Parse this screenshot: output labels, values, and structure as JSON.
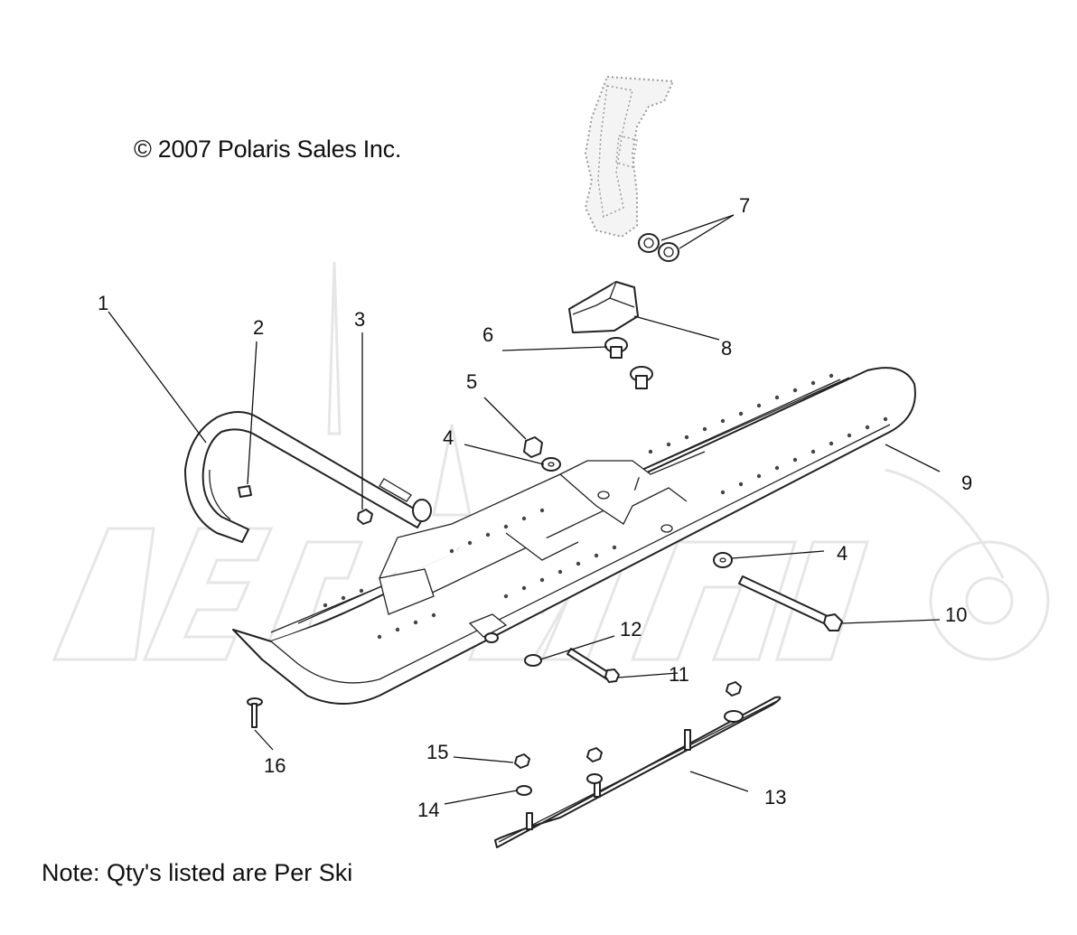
{
  "header": {
    "copyright": "© 2007 Polaris Sales Inc."
  },
  "footer": {
    "note": "Note: Qty's listed are Per Ski"
  },
  "callouts": [
    "1",
    "2",
    "3",
    "4",
    "4",
    "5",
    "6",
    "7",
    "8",
    "9",
    "10",
    "11",
    "12",
    "13",
    "14",
    "15",
    "16"
  ],
  "parts": {
    "ski_loop": "ski-loop-handle",
    "ski_body": "ski-body",
    "ski_wear_bar": "carbide-wear-bar",
    "spindle_bracket": "spindle-ghost",
    "bushings": "bushing-pair",
    "stopper": "ski-stopper-block",
    "bolt_long": "long-pivot-bolt",
    "bolt_short": "short-bolt",
    "rivet": "rivet"
  },
  "colors": {
    "line": "#222222",
    "watermark": "#e6e6e6",
    "background": "#ffffff"
  }
}
